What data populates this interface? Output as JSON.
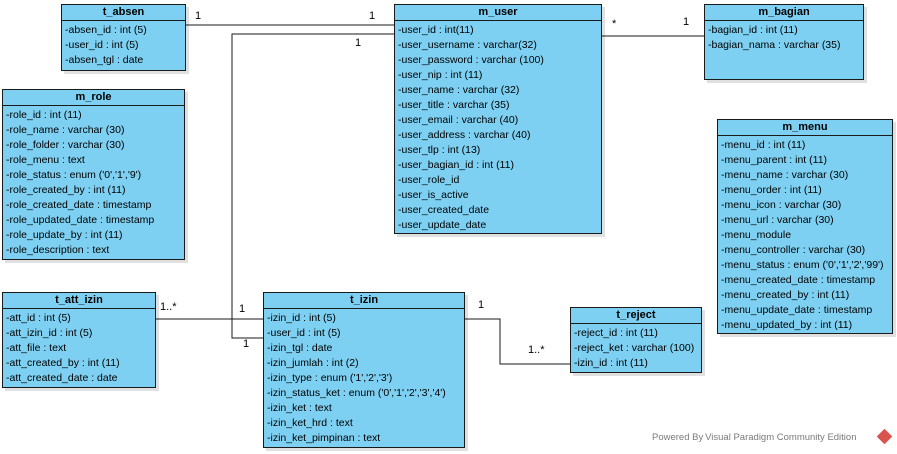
{
  "entities": {
    "t_absen": {
      "title": "t_absen",
      "fields": [
        "-absen_id : int (5)",
        "-user_id : int (5)",
        "-absen_tgl : date"
      ]
    },
    "m_user": {
      "title": "m_user",
      "fields": [
        "-user_id : int(11)",
        "-user_username : varchar(32)",
        "-user_password : varchar (100)",
        "-user_nip : int (11)",
        "-user_name : varchar (32)",
        "-user_title : varchar (35)",
        "-user_email : varchar (40)",
        "-user_address : varchar (40)",
        "-user_tlp : int (13)",
        "-user_bagian_id : int (11)",
        "-user_role_id",
        "-user_is_active",
        "-user_created_date",
        "-user_update_date"
      ]
    },
    "m_bagian": {
      "title": "m_bagian",
      "fields": [
        "-bagian_id : int (11)",
        "-bagian_nama : varchar (35)"
      ]
    },
    "m_role": {
      "title": "m_role",
      "fields": [
        "-role_id : int (11)",
        "-role_name : varchar (30)",
        "-role_folder : varchar (30)",
        "-role_menu : text",
        "-role_status : enum ('0','1','9')",
        "-role_created_by : int (11)",
        "-role_created_date : timestamp",
        "-role_updated_date : timestamp",
        "-role_update_by : int (11)",
        "-role_description : text"
      ]
    },
    "m_menu": {
      "title": "m_menu",
      "fields": [
        "-menu_id : int (11)",
        "-menu_parent : int (11)",
        "-menu_name : varchar (30)",
        "-menu_order : int (11)",
        "-menu_icon : varchar (30)",
        "-menu_url : varchar (30)",
        "-menu_module",
        "-menu_controller : varchar (30)",
        "-menu_status : enum ('0','1','2','99')",
        "-menu_created_date : timestamp",
        "-menu_created_by : int (11)",
        "-menu_update_date : timestamp",
        "-menu_updated_by : int (11)"
      ]
    },
    "t_att_izin": {
      "title": "t_att_izin",
      "fields": [
        "-att_id : int (5)",
        "-att_izin_id : int (5)",
        "-att_file : text",
        "-att_created_by : int (11)",
        "-att_created_date : date"
      ]
    },
    "t_izin": {
      "title": "t_izin",
      "fields": [
        "-izin_id : int (5)",
        "-user_id : int (5)",
        "-izin_tgl : date",
        "-izin_jumlah : int (2)",
        "-izin_type : enum ('1','2','3')",
        "-izin_status_ket : enum ('0','1','2','3','4')",
        "-izin_ket : text",
        "-izin_ket_hrd : text",
        "-izin_ket_pimpinan : text"
      ]
    },
    "t_reject": {
      "title": "t_reject",
      "fields": [
        "-reject_id : int (11)",
        "-reject_ket : varchar (100)",
        "-izin_id : int (11)"
      ]
    }
  },
  "multiplicities": {
    "absen_1": "1",
    "user_absen_1": "1",
    "user_izin_1": "1",
    "user_star": "*",
    "bagian_1": "1",
    "att_many": "1..*",
    "izin_att_1": "1",
    "izin_user_1": "1",
    "izin_reject_1": "1",
    "reject_many": "1..*"
  },
  "footer": "Powered By Visual Paradigm Community Edition"
}
